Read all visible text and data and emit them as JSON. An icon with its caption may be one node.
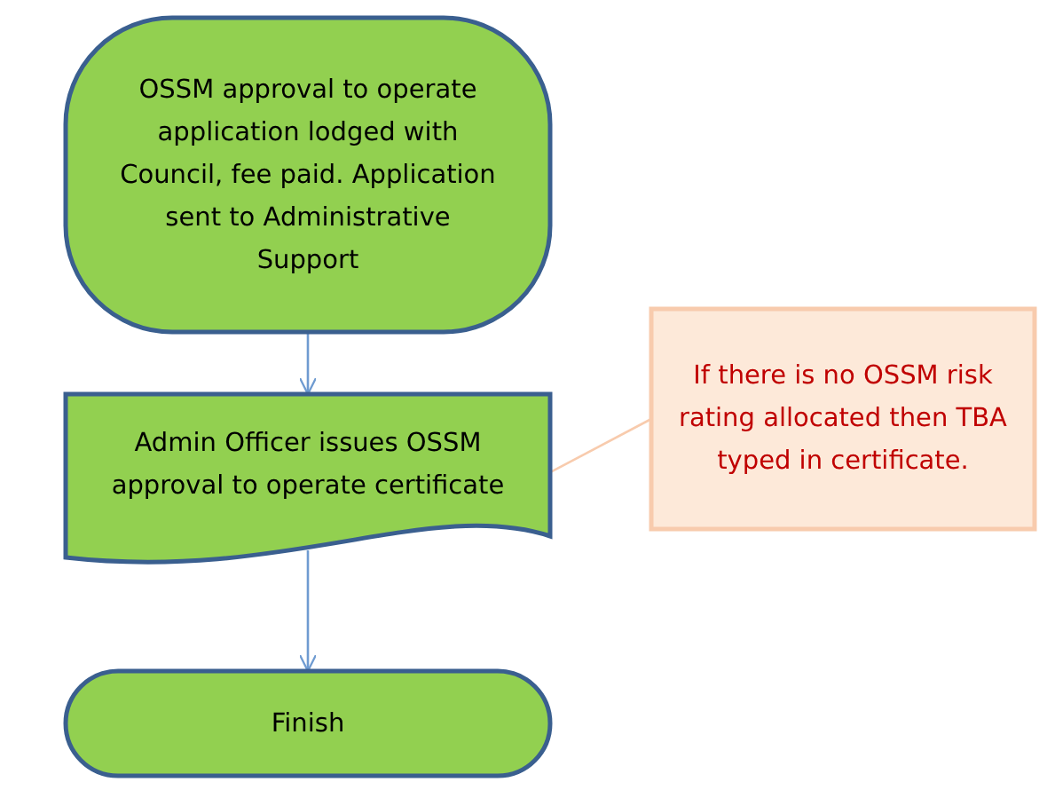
{
  "diagram": {
    "nodes": [
      {
        "text": [
          "OSSM approval to operate application lodged with Council, fee paid.  Application sent to Administrative Support"
        ]
      },
      {
        "text": [
          "Admin Officer issues OSSM approval to operate certificate"
        ]
      },
      {
        "text": [
          "If there is no OSSM risk rating allocated then TBA typed in certificate."
        ]
      },
      {
        "text": [
          "Finish"
        ]
      }
    ],
    "edges": [
      {
        "from": 0,
        "to": 1,
        "arrow": "to"
      },
      {
        "from": 1,
        "to": 3,
        "arrow": "to"
      },
      {
        "from": 2,
        "to": 1,
        "arrow": "none",
        "color": "#f8cbad"
      }
    ]
  }
}
